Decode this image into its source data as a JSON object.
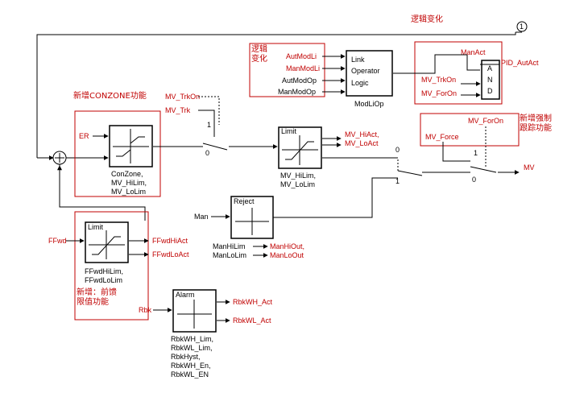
{
  "colors": {
    "annotation": "#c00000",
    "line": "#000000"
  },
  "notes": {
    "logic_change_top": "逻辑变化",
    "logic_change_box_1": "逻辑",
    "logic_change_box_2": "变化",
    "conzone_feature": "新增CONZONE功能",
    "force_track_1": "新增强制",
    "force_track_2": "跟踪功能",
    "ff_limit_1": "新增：前馈",
    "ff_limit_2": "限值功能",
    "circle_ref": "1"
  },
  "inputs": {
    "er": "ER",
    "mv_trkon": "MV_TrkOn",
    "mv_trk": "MV_Trk",
    "autmodli": "AutModLi",
    "manmodli": "ManModLi",
    "autmodop": "AutModOp",
    "manmodop": "ManModOp",
    "manact": "ManAct",
    "mv_trkon2": "MV_TrkOn",
    "mv_foron": "MV_ForOn",
    "mv_foron2": "MV_ForOn",
    "mv_force": "MV_Force",
    "man": "Man",
    "ffwd": "FFwd",
    "rbk": "Rbk"
  },
  "outputs": {
    "pid_autact": "PID_AutAct",
    "mv_hiact": "MV_HiAct,",
    "mv_loact": "MV_LoAct",
    "mv": "MV",
    "manhiout": "ManHiOut,",
    "manloout": "ManLoOut",
    "ffwdhiact": "FFwdHiAct",
    "ffwdloact": "FFwdLoAct",
    "rbkwh_act": "RbkWH_Act",
    "rbkwl_act": "RbkWL_Act"
  },
  "blocks": {
    "conzone": {
      "l1": "ConZone,",
      "l2": "MV_HiLim,",
      "l3": "MV_LoLim"
    },
    "limit_mv": {
      "title": "Limit",
      "l1": "MV_HiLim,",
      "l2": "MV_LoLim"
    },
    "modlio": {
      "link": "Link",
      "operator": "Operator",
      "logic": "Logic",
      "name": "ModLiOp"
    },
    "and_gate": {
      "a": "A",
      "n": "N",
      "d": "D"
    },
    "reject": {
      "title": "Reject",
      "l1": "ManHiLim",
      "l2": "ManLoLim"
    },
    "limit_ff": {
      "title": "Limit",
      "l1": "FFwdHiLim,",
      "l2": "FFwdLoLim"
    },
    "alarm": {
      "title": "Alarm",
      "l1": "RbkWH_Lim,",
      "l2": "RbkWL_Lim,",
      "l3": "RbkHyst,",
      "l4": "RbkWH_En,",
      "l5": "RbkWL_EN"
    }
  },
  "switch_labels": {
    "trk_1": "1",
    "trk_0": "0",
    "sel_0": "0",
    "sel_1": "1",
    "force_1": "1",
    "force_0": "0"
  }
}
